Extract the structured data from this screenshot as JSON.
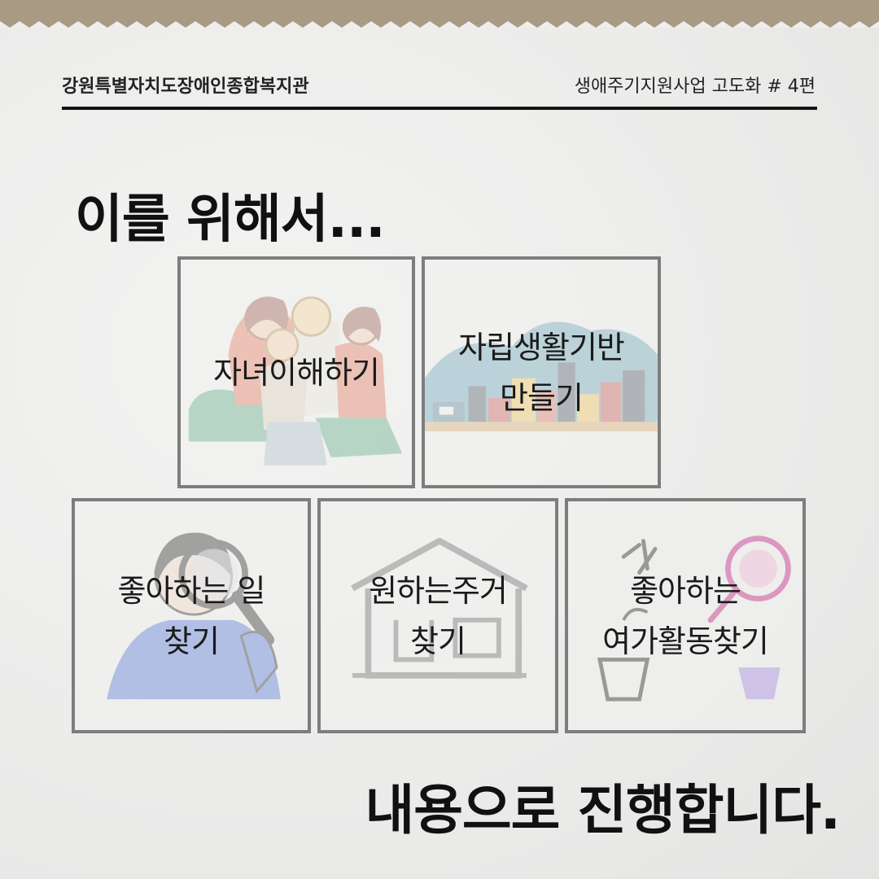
{
  "header": {
    "organization": "강원특별자치도장애인종합복지관",
    "series": "생애주기지원사업 고도화 # 4편"
  },
  "headline": "이를 위해서...",
  "cards": [
    {
      "lines": [
        "자녀이해하기"
      ],
      "icon": "family-illustration"
    },
    {
      "lines": [
        "자립생활기반",
        "만들기"
      ],
      "icon": "city-buildings-illustration"
    },
    {
      "lines": [
        "좋아하는 일",
        "찾기"
      ],
      "icon": "magnifier-person-illustration"
    },
    {
      "lines": [
        "원하는주거",
        "찾기"
      ],
      "icon": "house-outline-illustration"
    },
    {
      "lines": [
        "좋아하는",
        "여가활동찾기"
      ],
      "icon": "leisure-doodle-illustration"
    }
  ],
  "footer": "내용으로 진행합니다.",
  "colors": {
    "background_top": "#a89a83",
    "paper": "#ececeb",
    "text": "#111111",
    "card_border": "#7d7d7d"
  }
}
